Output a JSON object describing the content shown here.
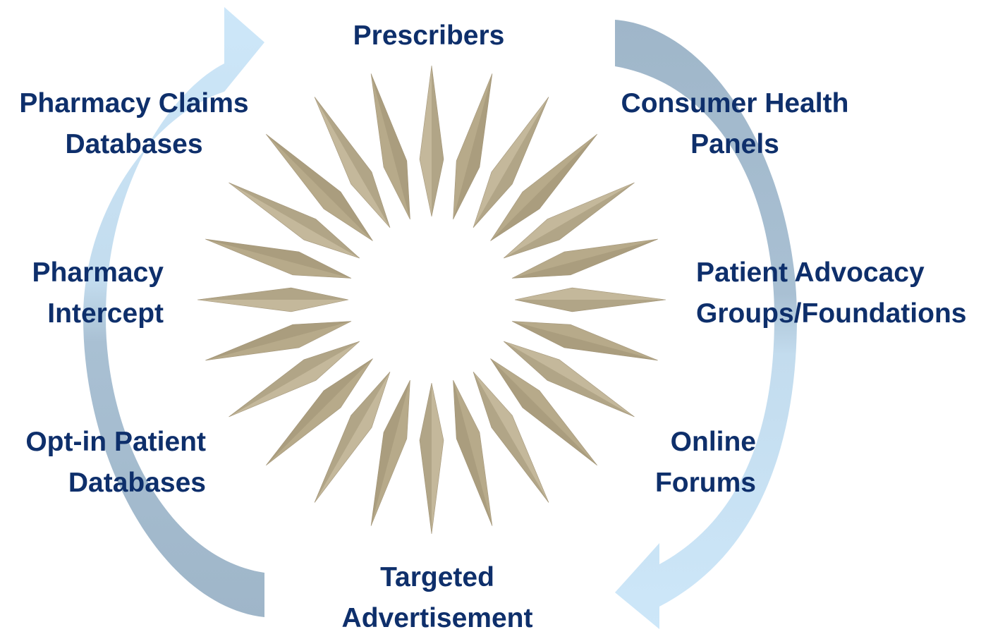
{
  "diagram": {
    "top": "Prescribers",
    "bottom": [
      "Targeted",
      "Advertisement"
    ],
    "left": [
      [
        "Pharmacy Claims",
        "Databases"
      ],
      [
        "Pharmacy",
        "Intercept"
      ],
      [
        "Opt-in Patient",
        "Databases"
      ]
    ],
    "right": [
      [
        "Consumer Health",
        "Panels"
      ],
      [
        "Patient Advocacy",
        "Groups/Foundations"
      ],
      [
        "Online",
        "Forums"
      ]
    ]
  },
  "colors": {
    "label": "#0e2f6b",
    "arrow_light": "#cde7f9",
    "arrow_dark": "#9fb6c9",
    "starburst": "#bfb396",
    "starburst_dark": "#8c7f62"
  }
}
